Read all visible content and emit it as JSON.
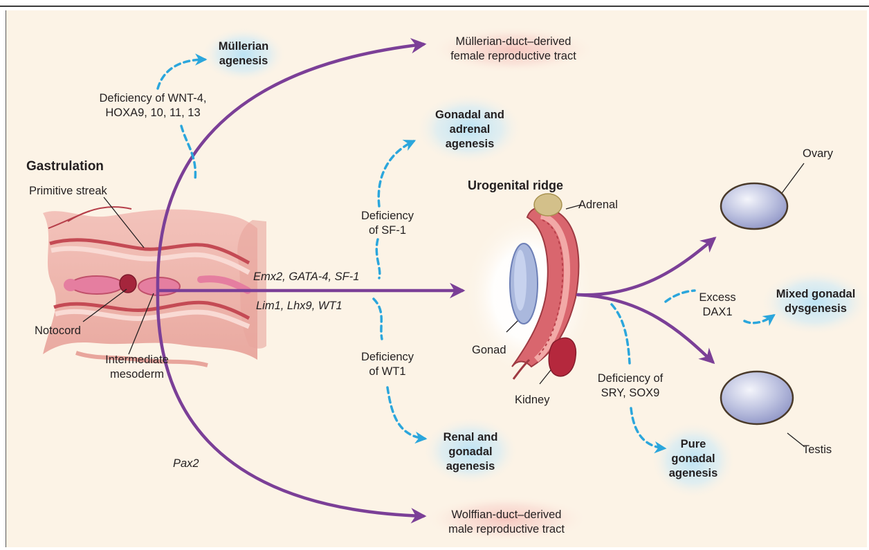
{
  "gastrulation": {
    "title": "Gastrulation",
    "primitive_streak": "Primitive streak",
    "notocord": "Notocord",
    "intermediate_mesoderm": [
      "Intermediate",
      "mesoderm"
    ]
  },
  "mullerian": {
    "deficiency": [
      "Deficiency of WNT-4,",
      "HOXA9, 10, 11, 13"
    ],
    "defect": [
      "Müllerian",
      "agenesis"
    ],
    "target": [
      "Müllerian-duct–derived",
      "female reproductive tract"
    ]
  },
  "gonadal_adrenal": {
    "deficiency": [
      "Deficiency",
      "of SF-1"
    ],
    "defect": [
      "Gonadal and",
      "adrenal",
      "agenesis"
    ]
  },
  "renal_gonadal": {
    "deficiency": [
      "Deficiency",
      "of WT1"
    ],
    "defect": [
      "Renal and",
      "gonadal",
      "agenesis"
    ]
  },
  "genes": {
    "upper": "Emx2, GATA-4, SF-1",
    "lower": "Lim1, Lhx9, WT1",
    "wolffian": "Pax2"
  },
  "wolffian": {
    "target": [
      "Wolffian-duct–derived",
      "male reproductive tract"
    ]
  },
  "ridge": {
    "title": "Urogenital ridge",
    "adrenal": "Adrenal",
    "gonad": "Gonad",
    "kidney": "Kidney"
  },
  "gonads": {
    "ovary": "Ovary",
    "testis": "Testis"
  },
  "mixed": {
    "excess": [
      "Excess",
      "DAX1"
    ],
    "defect": [
      "Mixed gonadal",
      "dysgenesis"
    ]
  },
  "pure": {
    "deficiency": [
      "Deficiency of",
      "SRY, SOX9"
    ],
    "defect": [
      "Pure",
      "gonadal",
      "agenesis"
    ]
  },
  "colors": {
    "background": "#fcf3e6",
    "arrow": "#7b3f97",
    "dashed": "#2ba6dc",
    "glow_blue": "#bfe4f4",
    "glow_pink": "#f7c9c4"
  }
}
